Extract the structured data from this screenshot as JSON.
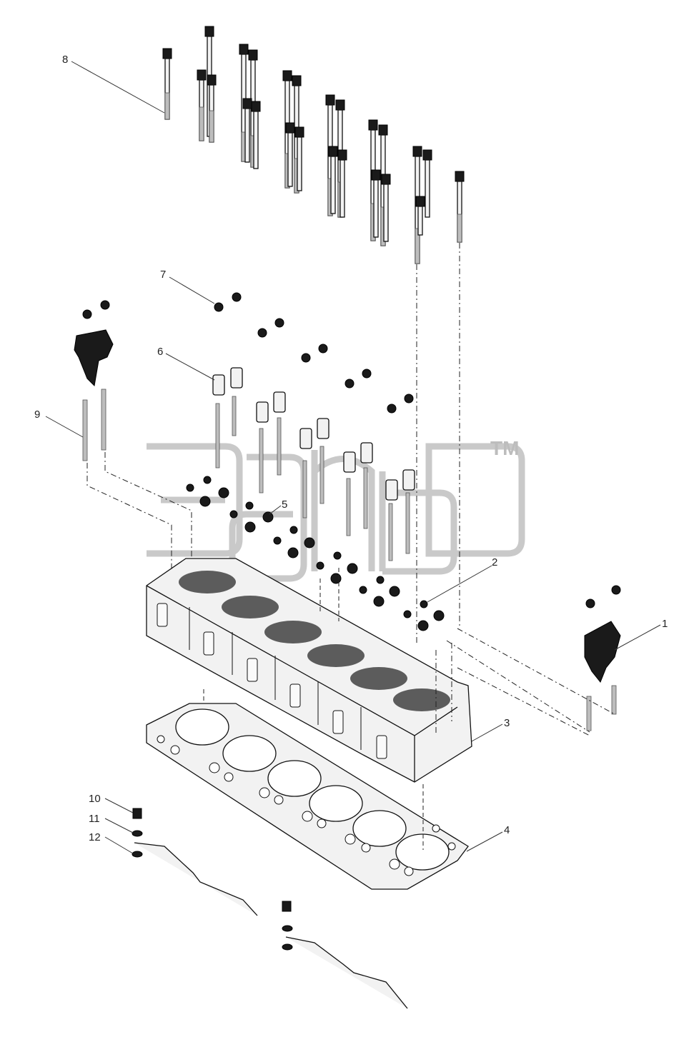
{
  "callouts": {
    "c1": "1",
    "c2": "2",
    "c3": "3",
    "c4": "4",
    "c5": "5",
    "c6": "6",
    "c7": "7",
    "c8": "8",
    "c9": "9",
    "c10": "10",
    "c11": "11",
    "c12": "12"
  },
  "watermark": {
    "trademark": "TM"
  }
}
